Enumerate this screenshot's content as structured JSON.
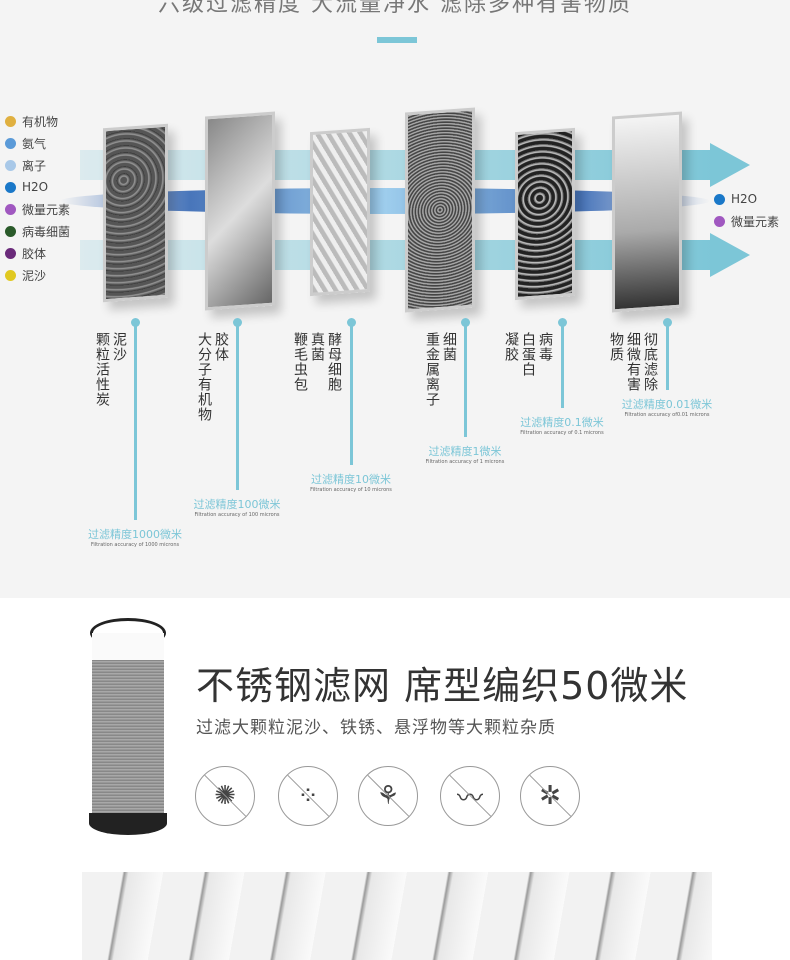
{
  "header": {
    "cut_title": "六级过滤精度 大流量净水 滤除多种有害物质"
  },
  "legend_in": [
    {
      "label": "有机物",
      "color": "#e0b040"
    },
    {
      "label": "氨气",
      "color": "#5a9ad8"
    },
    {
      "label": "离子",
      "color": "#a8c8e8"
    },
    {
      "label": "H2O",
      "color": "#1a78c8"
    },
    {
      "label": "微量元素",
      "color": "#a058c0"
    },
    {
      "label": "病毒细菌",
      "color": "#2a5a2a"
    },
    {
      "label": "胶体",
      "color": "#6a2a7a"
    },
    {
      "label": "泥沙",
      "color": "#e0c820"
    }
  ],
  "legend_out": [
    {
      "label": "H2O",
      "color": "#1a78c8"
    },
    {
      "label": "微量元素",
      "color": "#a058c0"
    }
  ],
  "stages": [
    {
      "text": "泥沙\n颗粒活性炭",
      "cap_cn": "过滤精度1000微米",
      "cap_en": "Filtration accuracy of 1000 microns"
    },
    {
      "text": "胶体\n大分子有机物",
      "cap_cn": "过滤精度100微米",
      "cap_en": "Filtration accuracy of 100 microns"
    },
    {
      "text": "酵母细胞\n真菌\n鞭毛虫包",
      "cap_cn": "过滤精度10微米",
      "cap_en": "Filtration accuracy of 10 microns"
    },
    {
      "text": "细菌\n重金属离子",
      "cap_cn": "过滤精度1微米",
      "cap_en": "Filtration accuracy of 1 microns"
    },
    {
      "text": "病毒\n白蛋白\n凝胶",
      "cap_cn": "过滤精度0.1微米",
      "cap_en": "Filtration accuracy of 0.1 microns"
    },
    {
      "text": "彻底滤除\n细微有害\n物质",
      "cap_cn": "过滤精度0.01微米",
      "cap_en": "Filtration accuracy of0.01 microns"
    }
  ],
  "product": {
    "title": "不锈钢滤网 席型编织50微米",
    "subtitle": "过滤大颗粒泥沙、铁锈、悬浮物等大颗粒杂质",
    "icons": [
      "no-bacteria-icon",
      "no-particles-icon",
      "no-microbes-icon",
      "no-worms-icon",
      "no-algae-icon"
    ]
  }
}
